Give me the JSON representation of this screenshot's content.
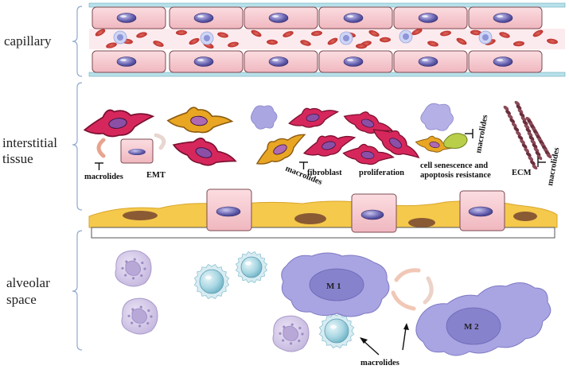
{
  "regions": {
    "capillary": "capillary",
    "interstitial_line1": "interstitial",
    "interstitial_line2": "tissue",
    "alveolar_line1": "alveolar",
    "alveolar_line2": "space"
  },
  "labels": {
    "emt": "EMT",
    "macrolides": "macrolides",
    "fibroblast": "fibroblast",
    "proliferation": "proliferation",
    "senescence_line1": "cell senescence and",
    "senescence_line2": "apoptosis resistance",
    "ecm": "ECM",
    "m1": "M 1",
    "m2": "M 2"
  },
  "colors": {
    "capillary_cell": "#f4c6cc",
    "capillary_wall": "#9ed3df",
    "rbc": "#c7322f",
    "fibroblast": "#d9245a",
    "fibroblast_orange": "#e6a021",
    "basement": "#f3c84a",
    "macrophage": "#a6a3e0",
    "monocyte": "#b6dbe6",
    "neutrophil": "#d7cce8"
  }
}
